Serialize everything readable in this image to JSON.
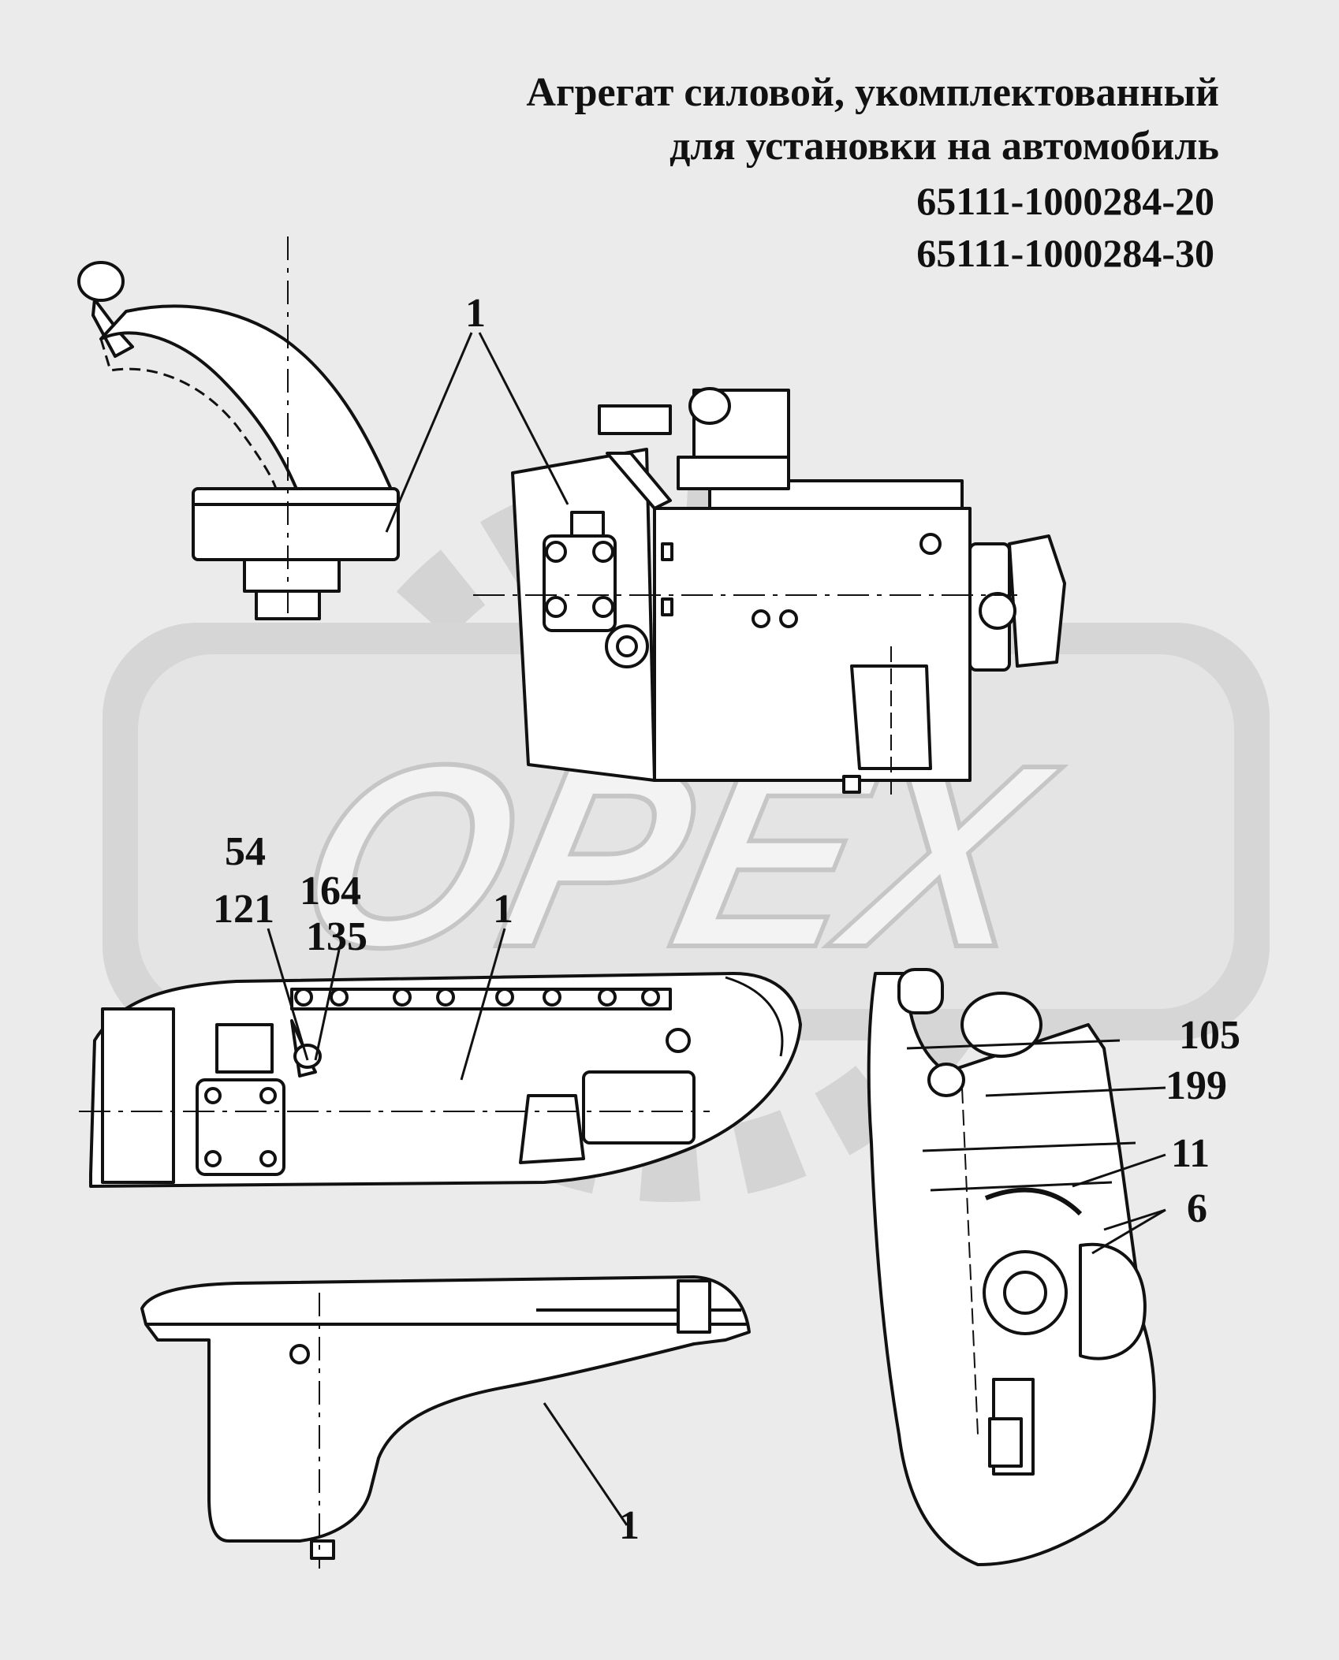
{
  "title": {
    "line1": "Агрегат силовой, укомплектованный",
    "line2": "для установки на автомобиль",
    "part_numbers": [
      "65111-1000284-20",
      "65111-1000284-30"
    ]
  },
  "watermark": {
    "text": "OPEX"
  },
  "callouts": {
    "lever": "1",
    "gearbox": "1",
    "engine": "1",
    "oil_pan": "1",
    "c54": "54",
    "c121": "121",
    "c164": "164",
    "c135": "135",
    "c105": "105",
    "c199": "199",
    "c11": "11",
    "c6": "6"
  },
  "colors": {
    "background": "#ebebeb",
    "line": "#111111",
    "watermark": "#d2d2d2"
  }
}
